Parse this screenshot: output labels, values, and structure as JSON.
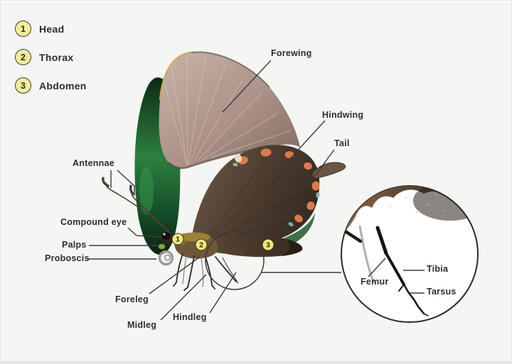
{
  "page": {
    "background": "#f5f5f3"
  },
  "legend": {
    "items": [
      {
        "number": "1",
        "label": "Head"
      },
      {
        "number": "2",
        "label": "Thorax"
      },
      {
        "number": "3",
        "label": "Abdomen"
      }
    ]
  },
  "part_labels": {
    "forewing": "Forewing",
    "hindwing": "Hindwing",
    "tail": "Tail",
    "antennae": "Antennae",
    "compound_eye": "Compound eye",
    "palps": "Palps",
    "proboscis": "Proboscis",
    "foreleg": "Foreleg",
    "midleg": "Midleg",
    "hindleg": "Hindleg"
  },
  "inset_labels": {
    "femur": "Femur",
    "tibia": "Tibia",
    "tarsus": "Tarsus"
  },
  "body_markers": [
    {
      "number": "1"
    },
    {
      "number": "2"
    },
    {
      "number": "3"
    }
  ],
  "colors": {
    "badge_yellow": "#f2ec9b",
    "label_text": "#2d2d2d",
    "pointer_line": "#3a3a3a",
    "forewing_taupe": "#b3998c",
    "hindwing_brown": "#5a4736",
    "backwing_green": "#2e8040",
    "spot_orange": "#d97c4b"
  }
}
